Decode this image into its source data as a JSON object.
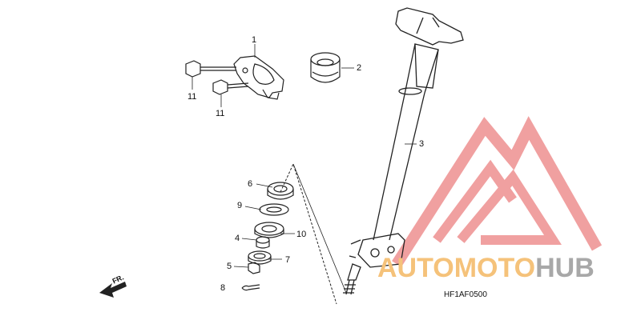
{
  "diagram": {
    "part_numbers": {
      "p1": "1",
      "p2": "2",
      "p3": "3",
      "p4": "4",
      "p5": "5",
      "p6": "6",
      "p7": "7",
      "p8": "8",
      "p9": "9",
      "p10": "10",
      "p11a": "11",
      "p11b": "11"
    },
    "direction_label": "FR.",
    "drawing_code": "HF1AF0500"
  },
  "watermark": {
    "word1": "AUTO",
    "word2": "MOTO",
    "word3": "HUB",
    "colors": {
      "logo": "#f0a0a0",
      "text_light": "#f5c27a",
      "text_gray": "#a8a8a8"
    }
  }
}
